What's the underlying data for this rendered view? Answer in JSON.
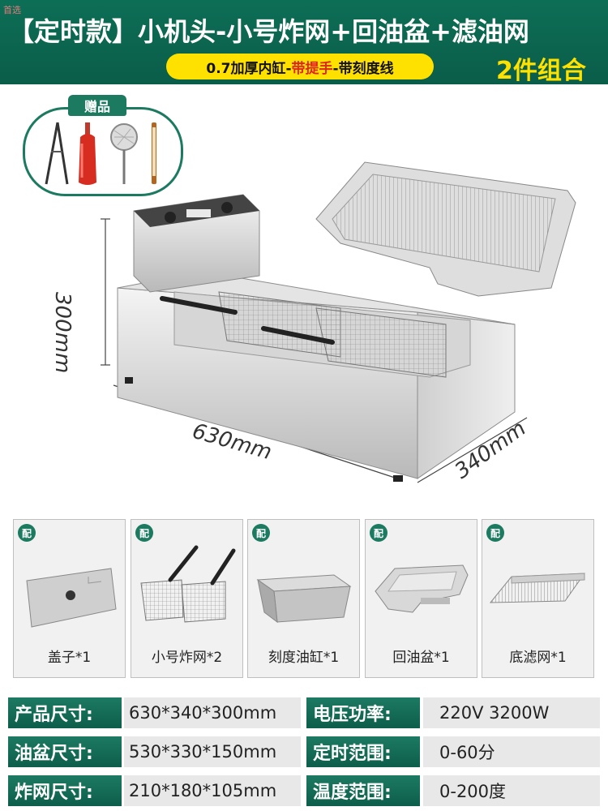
{
  "header": {
    "title": "【定时款】小机头-小号炸网+回油盆+滤油网",
    "subtitle_parts": [
      {
        "text": "0.7加厚内缸-",
        "style": "black"
      },
      {
        "text": "带提手",
        "style": "red"
      },
      {
        "text": "-带刻度线",
        "style": "black"
      }
    ],
    "combo": "2件组合",
    "watermark": "首选"
  },
  "gifts": {
    "label": "赠品",
    "icons": [
      "tongs-icon",
      "sauce-bottle-icon",
      "strainer-icon",
      "thermometer-icon"
    ]
  },
  "dimensions": {
    "height": "300mm",
    "length": "630mm",
    "depth": "340mm"
  },
  "accessories": [
    {
      "badge": "配",
      "label": "盖子*1",
      "icon": "lid-icon"
    },
    {
      "badge": "配",
      "label": "小号炸网*2",
      "icon": "fry-basket-icon"
    },
    {
      "badge": "配",
      "label": "刻度油缸*1",
      "icon": "oil-tank-icon"
    },
    {
      "badge": "配",
      "label": "回油盆*1",
      "icon": "oil-return-tray-icon"
    },
    {
      "badge": "配",
      "label": "底滤网*1",
      "icon": "bottom-filter-icon"
    }
  ],
  "specs": [
    {
      "label": "产品尺寸:",
      "value": "630*340*300mm",
      "label2": "电压功率:",
      "value2": "220V  3200W"
    },
    {
      "label": "油盆尺寸:",
      "value": "530*330*150mm",
      "label2": "定时范围:",
      "value2": "0-60分"
    },
    {
      "label": "炸网尺寸:",
      "value": "210*180*105mm",
      "label2": "温度范围:",
      "value2": "0-200度"
    }
  ],
  "colors": {
    "brand_green": "#0d6e56",
    "highlight_yellow": "#ffe100",
    "accent_red": "#e0241f"
  }
}
